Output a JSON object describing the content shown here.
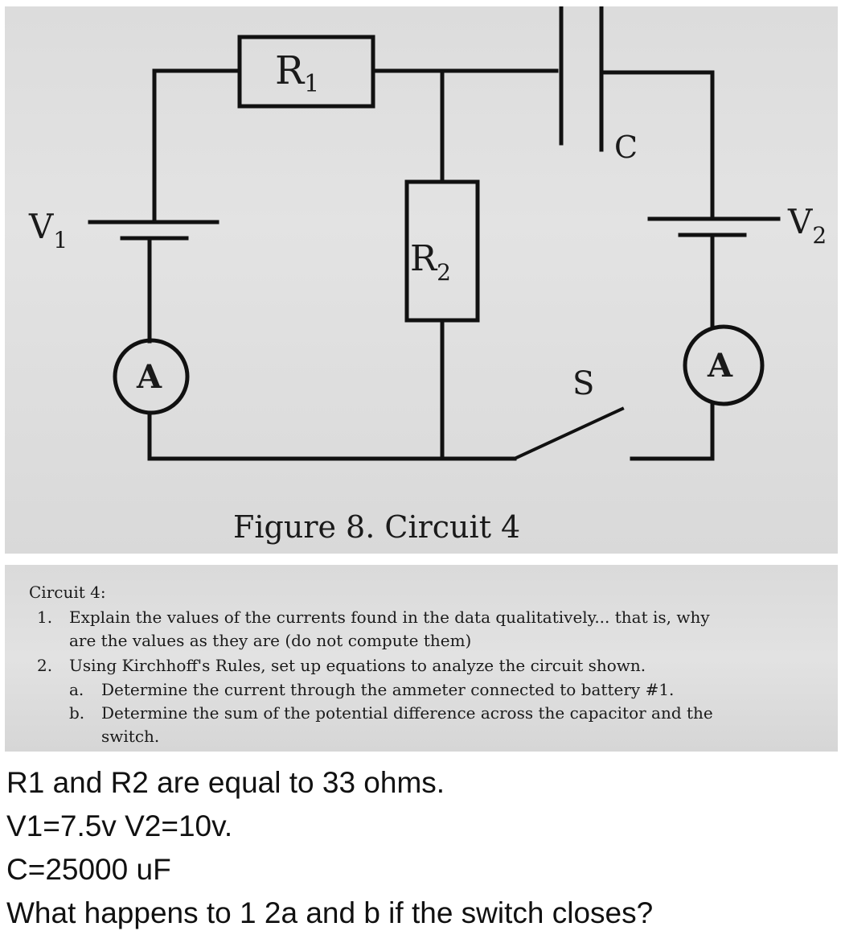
{
  "diagram": {
    "labels": {
      "r1": "R",
      "r1_sub": "1",
      "r2": "R",
      "r2_sub": "2",
      "capacitor": "C",
      "v1": "V",
      "v1_sub": "1",
      "v2": "V",
      "v2_sub": "2",
      "ammeter_left": "A",
      "ammeter_right": "A",
      "switch": "S"
    },
    "caption": "Figure 8.  Circuit 4"
  },
  "questions": {
    "heading": "Circuit 4:",
    "items": [
      {
        "num": "1.",
        "lines": [
          "Explain the values of the currents found in the data qualitatively... that is, why",
          "are the values as they are (do not compute them)"
        ]
      },
      {
        "num": "2.",
        "lines": [
          "Using Kirchhoff's Rules, set up equations to analyze the circuit shown."
        ]
      }
    ],
    "sub_items": [
      {
        "num": "a.",
        "lines": [
          "Determine the current through the ammeter connected to battery #1."
        ]
      },
      {
        "num": "b.",
        "lines": [
          "Determine the sum of the potential difference across the capacitor and the",
          "switch."
        ]
      }
    ]
  },
  "typed_text": [
    "R1 and R2 are equal to 33 ohms.",
    "V1=7.5v V2=10v.",
    "C=25000 uF",
    "What happens to 1 2a and b if the switch closes?"
  ]
}
